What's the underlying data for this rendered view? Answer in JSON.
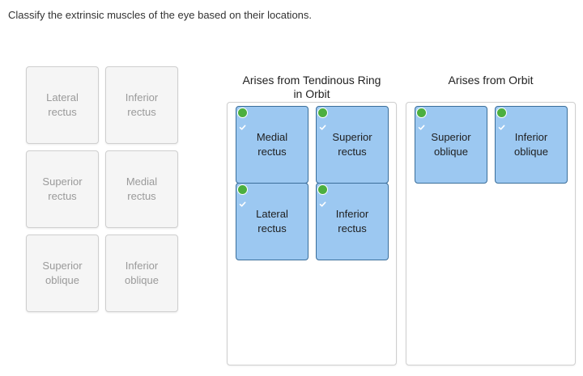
{
  "prompt": "Classify the extrinsic muscles of the eye based on their locations.",
  "pool": {
    "cards": [
      {
        "label": "Lateral\nrectus"
      },
      {
        "label": "Inferior\nrectus"
      },
      {
        "label": "Superior\nrectus"
      },
      {
        "label": "Medial\nrectus"
      },
      {
        "label": "Superior\noblique"
      },
      {
        "label": "Inferior\noblique"
      }
    ]
  },
  "columns": [
    {
      "title": "Arises from Tendinous Ring\nin Orbit",
      "cards": [
        {
          "label": "Medial\nrectus",
          "status": "correct"
        },
        {
          "label": "Superior\nrectus",
          "status": "correct"
        },
        {
          "label": "Lateral\nrectus",
          "status": "correct"
        },
        {
          "label": "Inferior\nrectus",
          "status": "correct"
        }
      ]
    },
    {
      "title": "Arises from Orbit",
      "cards": [
        {
          "label": "Superior\noblique",
          "status": "correct"
        },
        {
          "label": "Inferior\noblique",
          "status": "correct"
        }
      ]
    }
  ],
  "colors": {
    "placed_card": "#9cc8f1",
    "placed_border": "#3a6e9a",
    "check": "#4caf3f",
    "pool_card": "#f5f5f5",
    "pool_text": "#9a9a9a"
  }
}
